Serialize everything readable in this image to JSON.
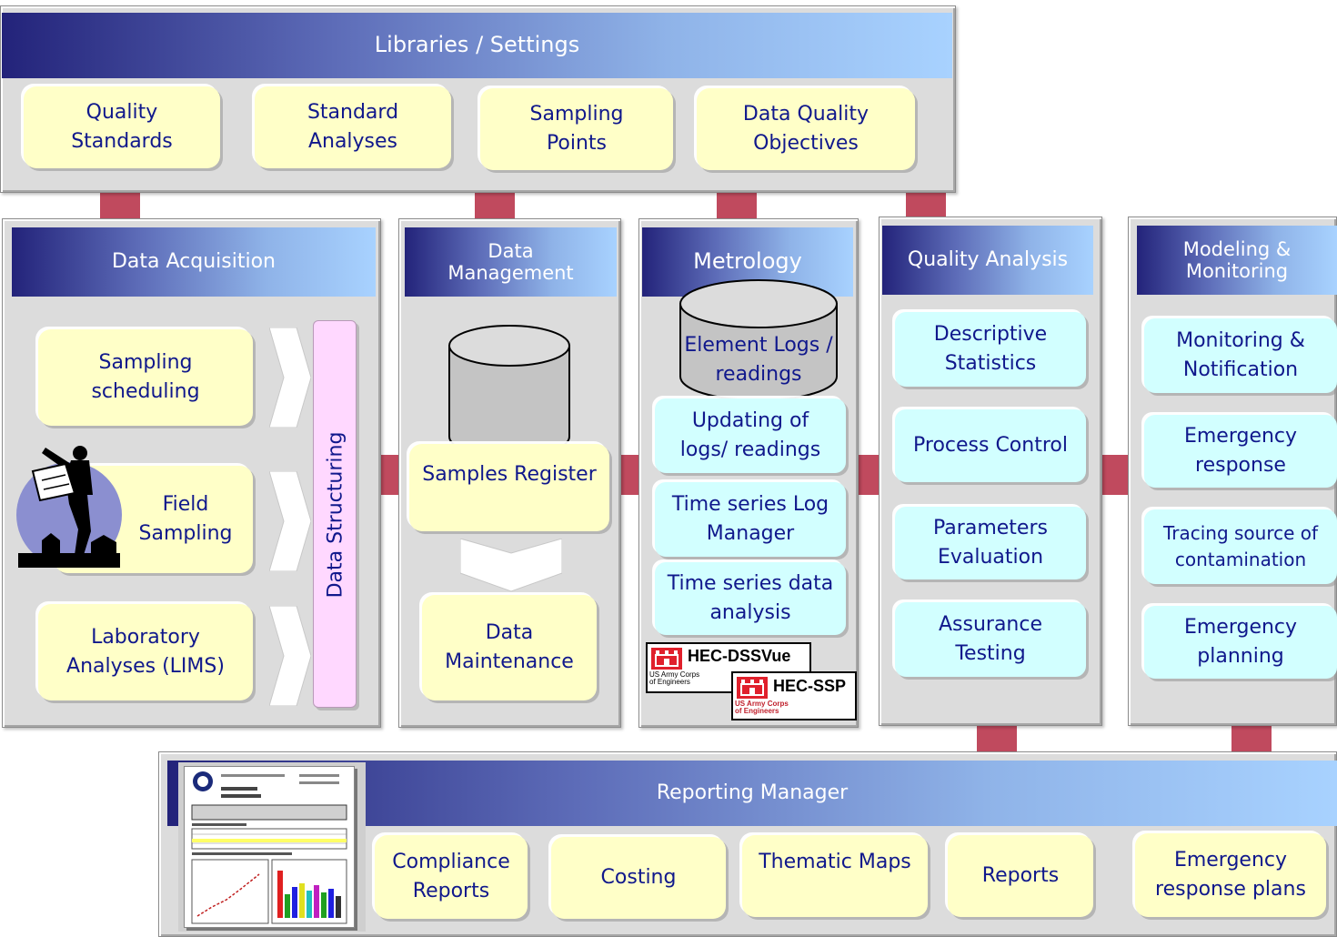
{
  "libraries": {
    "title": "Libraries / Settings",
    "items": [
      "Quality\nStandards",
      "Standard\nAnalyses",
      "Sampling\nPoints",
      "Data Quality\nObjectives"
    ]
  },
  "acquisition": {
    "title": "Data Acquisition",
    "items": [
      "Sampling\nscheduling",
      "Field\nSampling",
      "Laboratory\nAnalyses (LIMS)"
    ],
    "structuring": "Data Structuring"
  },
  "management": {
    "title": "Data\nManagement",
    "register": "Samples Register",
    "maintenance": "Data\nMaintenance"
  },
  "metrology": {
    "title": "Metrology",
    "cylinder": "Element Logs /\nreadings",
    "items": [
      "Updating of\nlogs/ readings",
      "Time series Log\nManager",
      "Time series data\nanalysis"
    ],
    "logo1": "HEC-DSSVue",
    "logo2": "HEC-SSP",
    "logo_caption": "US Army Corps\nof Engineers"
  },
  "quality": {
    "title": "Quality Analysis",
    "items": [
      "Descriptive\nStatistics",
      "Process Control",
      "Parameters\nEvaluation",
      "Assurance\nTesting"
    ]
  },
  "modeling": {
    "title": "Modeling &\nMonitoring",
    "items": [
      "Monitoring &\nNotification",
      "Emergency\nresponse",
      "Tracing source of\ncontamination",
      "Emergency\nplanning"
    ]
  },
  "reporting": {
    "title": "Reporting Manager",
    "items": [
      "Compliance\nReports",
      "Costing",
      "Thematic Maps",
      "Reports",
      "Emergency\nresponse plans"
    ]
  },
  "colors": {
    "connector": "#c04a5e",
    "yellow_box": "#ffffc8",
    "cyan_box": "#d2ffff",
    "header_dark": "#23237a",
    "header_light": "#a8d2ff",
    "structuring_bar": "#ffd8ff",
    "logo_red": "#e0202c"
  }
}
